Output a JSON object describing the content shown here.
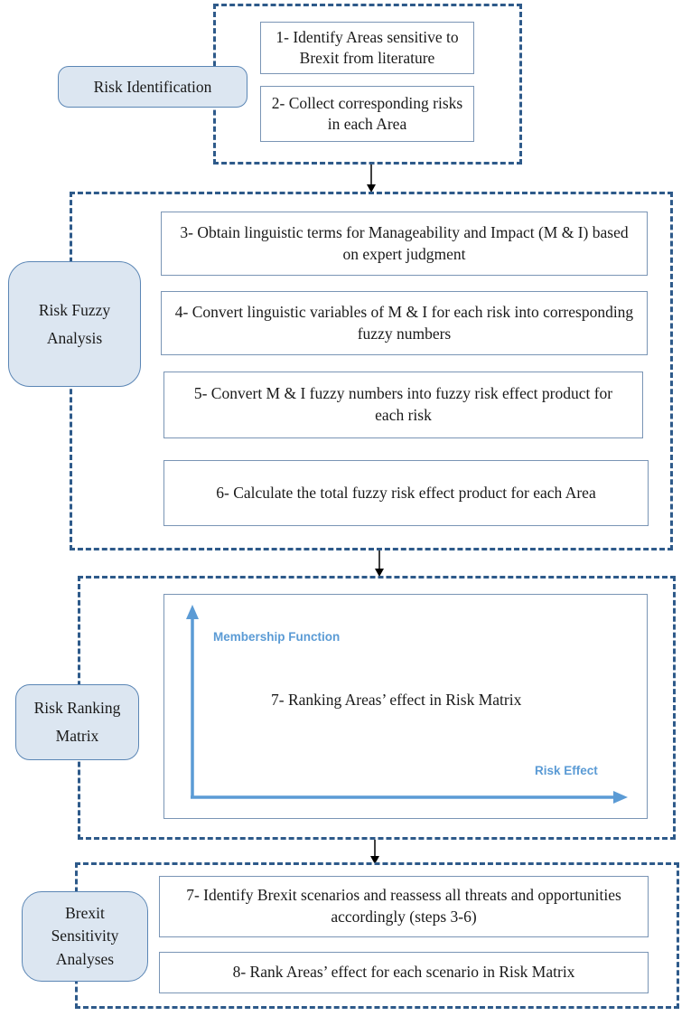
{
  "sections": {
    "identification": {
      "label": "Risk Identification",
      "steps": [
        "1- Identify Areas sensitive to Brexit from literature",
        "2- Collect corresponding risks in each Area"
      ]
    },
    "fuzzy": {
      "label": "Risk Fuzzy Analysis",
      "steps": [
        "3- Obtain linguistic terms for Manageability and Impact (M & I) based on expert judgment",
        "4- Convert linguistic variables of M & I for each risk into corresponding fuzzy numbers",
        "5- Convert M & I fuzzy numbers into fuzzy risk effect product for each risk",
        "6- Calculate the total fuzzy risk effect product for each Area"
      ]
    },
    "ranking": {
      "label": "Risk Ranking Matrix",
      "y_axis": "Membership Function",
      "x_axis": "Risk Effect",
      "step": "7- Ranking Areas’ effect in Risk Matrix"
    },
    "sensitivity": {
      "label": "Brexit Sensitivity Analyses",
      "steps": [
        "7- Identify Brexit scenarios and reassess all threats and opportunities accordingly (steps 3-6)",
        "8- Rank Areas’ effect for each scenario in Risk Matrix"
      ]
    }
  },
  "colors": {
    "dashed_border": "#2e5a8a",
    "label_fill": "#dce6f1",
    "label_border": "#5b86b5",
    "axis_color": "#5b9bd5"
  }
}
